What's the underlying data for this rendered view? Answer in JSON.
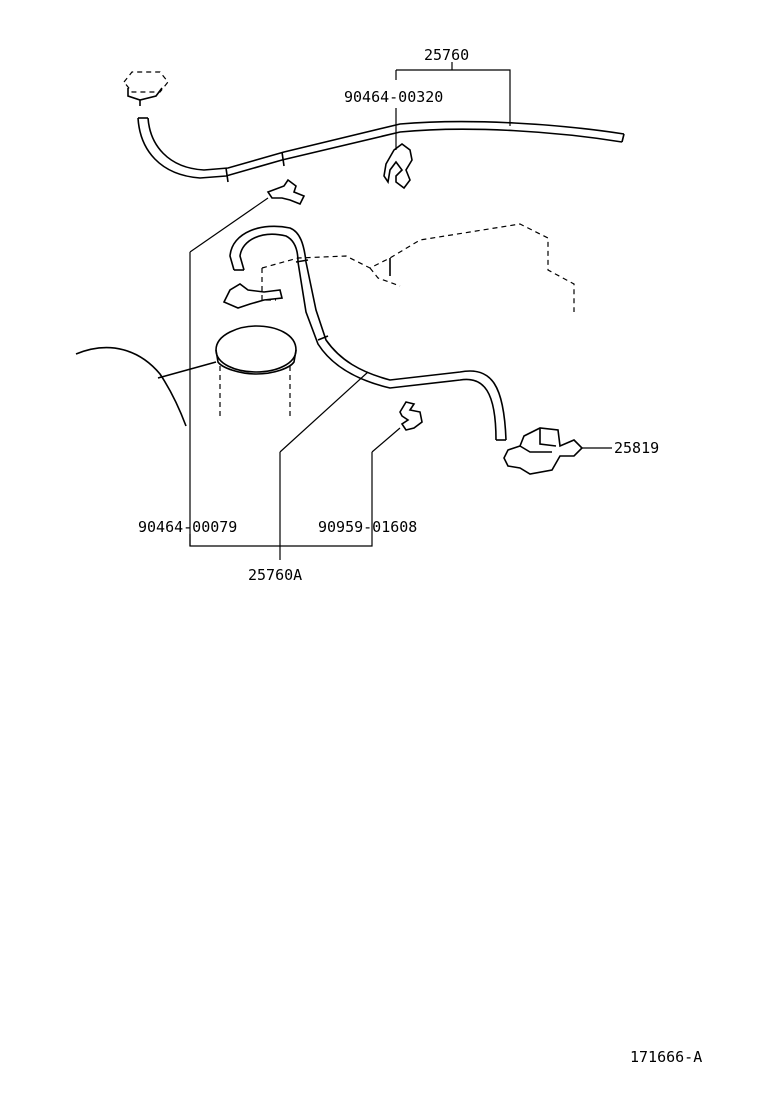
{
  "diagram": {
    "parts": [
      {
        "id": "hose_upper",
        "number": "25760"
      },
      {
        "id": "clamp_upper",
        "number": "90464-00320"
      },
      {
        "id": "clamp_left",
        "number": "90464-00079"
      },
      {
        "id": "clamp_lower",
        "number": "90959-01608"
      },
      {
        "id": "hose_lower",
        "number": "25760A"
      },
      {
        "id": "vsv",
        "number": "25819"
      }
    ],
    "reference_code": "171666-A"
  }
}
